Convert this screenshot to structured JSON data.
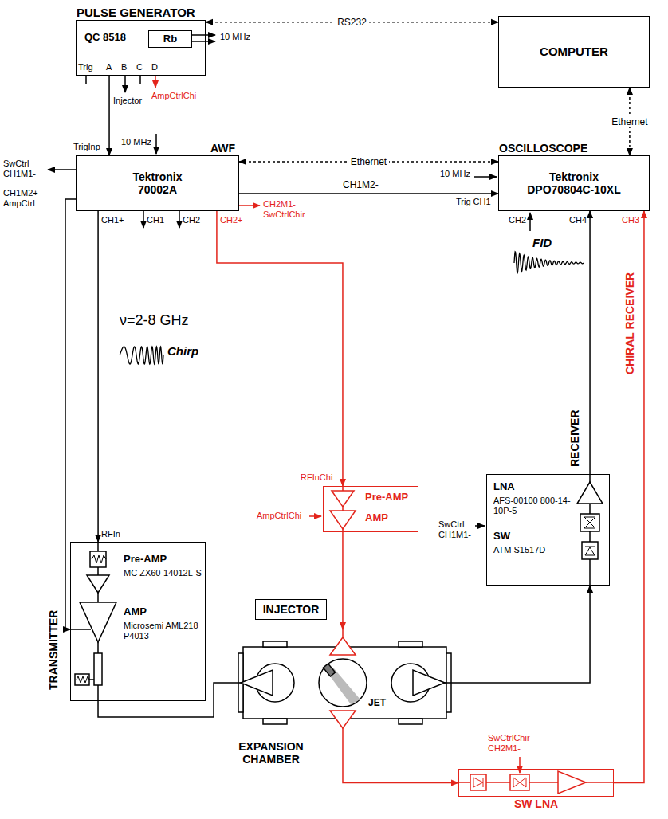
{
  "diagram": {
    "nodes": [
      {
        "text": [
          "PULSE GENERATOR",
          "QC 8518"
        ]
      },
      {
        "text": [
          "Rb"
        ],
        "in": 0
      },
      {
        "text": [
          "COMPUTER"
        ]
      },
      {
        "text": [
          "AWF",
          "Tektronix 70002A"
        ]
      },
      {
        "text": [
          "OSCILLOSCOPE",
          "Tektronix DPO70804C-10XL"
        ]
      },
      {
        "text": [
          "TRANSMITTER",
          "Pre-AMP",
          "MC ZX60-14012L-S",
          "AMP",
          "Microsemi AML218 P4013"
        ]
      },
      {
        "text": [
          "Pre-AMP",
          "AMP"
        ]
      },
      {
        "text": [
          "RECEIVER",
          "LNA",
          "AFS-00100 800-14-10P-5",
          "SW",
          "ATM S1517D"
        ]
      },
      {
        "text": [
          "INJECTOR"
        ]
      },
      {
        "text": [
          "EXPANSION CHAMBER",
          "JET"
        ]
      },
      {
        "text": [
          "SW LNA"
        ]
      }
    ],
    "edges": [
      {
        "from": 0,
        "to": 2,
        "label": "RS232",
        "arrow": "both"
      },
      {
        "from": 2,
        "to": 4,
        "label": "Ethernet",
        "arrow": "both"
      },
      {
        "from": 3,
        "to": 4,
        "label": "Ethernet",
        "arrow": "both"
      },
      {
        "from": 0,
        "to": 3,
        "arrow": "to"
      },
      {
        "from": 3,
        "to": 4,
        "arrow": "to"
      },
      {
        "from": 3,
        "to": 5,
        "arrow": "to"
      },
      {
        "from": 3,
        "to": 5,
        "arrow": "to"
      },
      {
        "from": 3,
        "to": 6,
        "arrow": "to"
      },
      {
        "from": 5,
        "to": 9,
        "arrow": "none"
      },
      {
        "from": 6,
        "to": 9,
        "arrow": "to"
      },
      {
        "from": 9,
        "to": 7,
        "arrow": "to"
      },
      {
        "from": 7,
        "to": 4,
        "arrow": "to"
      },
      {
        "from": 9,
        "to": 10,
        "arrow": "to"
      },
      {
        "from": 10,
        "to": 4,
        "arrow": "to"
      }
    ],
    "labels": [
      "10 MHz",
      "Trig",
      "A",
      "B",
      "C",
      "D",
      "Injector",
      "AmpCtrlChi",
      "TrigInp",
      "10 MHz",
      "SwCtrl CH1M1-",
      "CH1M2+ AmpCtrl",
      "CH1M2-",
      "10 MHz",
      "Trig CH1",
      "CH2M1- SwCtrlChir",
      "CH1+",
      "CH1-",
      "CH2-",
      "CH2+",
      "CH2",
      "CH4",
      "CH3",
      "ν=2-8 GHz",
      "Chirp",
      "FID",
      "CHIRAL RECEIVER",
      "RFIn",
      "RFInChi",
      "AmpCtrlChi",
      "SwCtrl CH1M1-",
      "SwCtrlChir CH2M1-"
    ]
  }
}
